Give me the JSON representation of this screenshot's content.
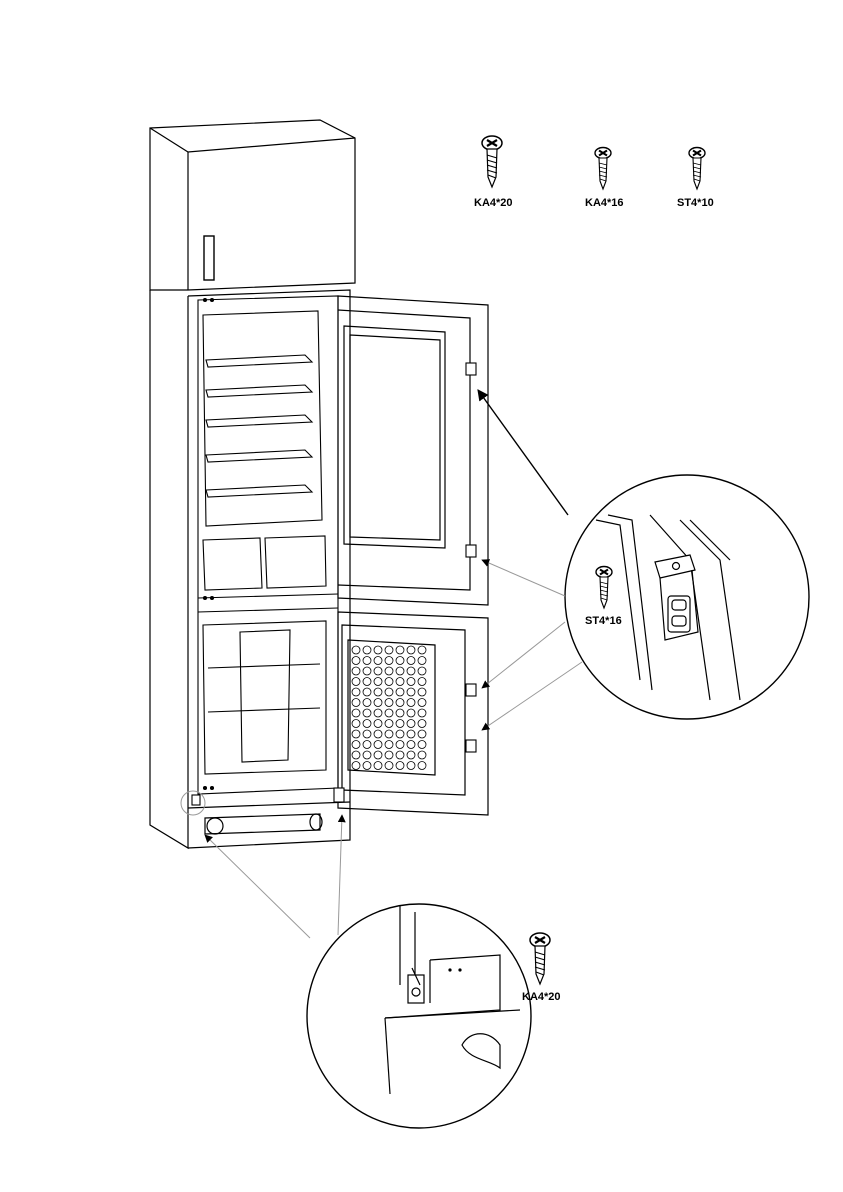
{
  "screws": {
    "top_left": {
      "label": "KA4*20",
      "icon": "cross-head-screw-icon"
    },
    "top_middle": {
      "label": "KA4*16",
      "icon": "cross-head-screw-icon"
    },
    "top_right": {
      "label": "ST4*10",
      "icon": "cross-head-screw-icon"
    },
    "detail_right": {
      "label": "ST4*16",
      "icon": "cross-head-screw-icon"
    },
    "detail_bottom": {
      "label": "KA4*20",
      "icon": "cross-head-screw-icon"
    }
  },
  "colors": {
    "line": "#000000",
    "background": "#ffffff",
    "leader": "#888888"
  }
}
